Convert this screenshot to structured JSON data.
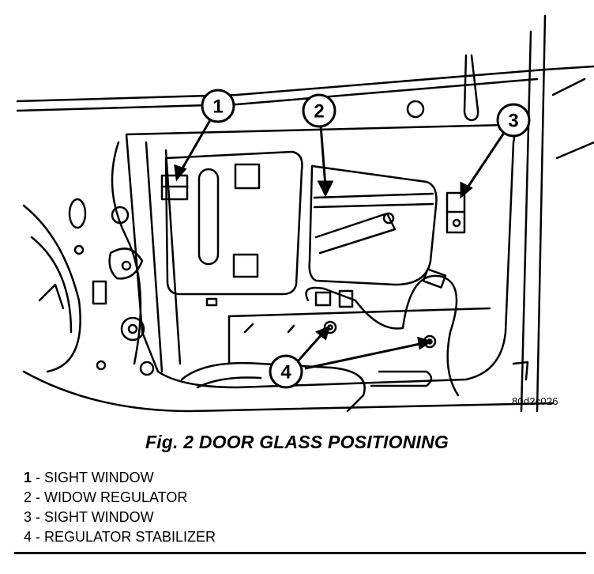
{
  "figure": {
    "code": "80d2c026",
    "callouts": [
      "1",
      "2",
      "3",
      "4"
    ]
  },
  "caption": "Fig. 2 DOOR GLASS POSITIONING",
  "legend": [
    {
      "num": "1",
      "text": " - SIGHT WINDOW"
    },
    {
      "num": "2",
      "text": " - WIDOW REGULATOR"
    },
    {
      "num": "3",
      "text": " - SIGHT WINDOW"
    },
    {
      "num": "4",
      "text": " - REGULATOR STABILIZER"
    }
  ]
}
